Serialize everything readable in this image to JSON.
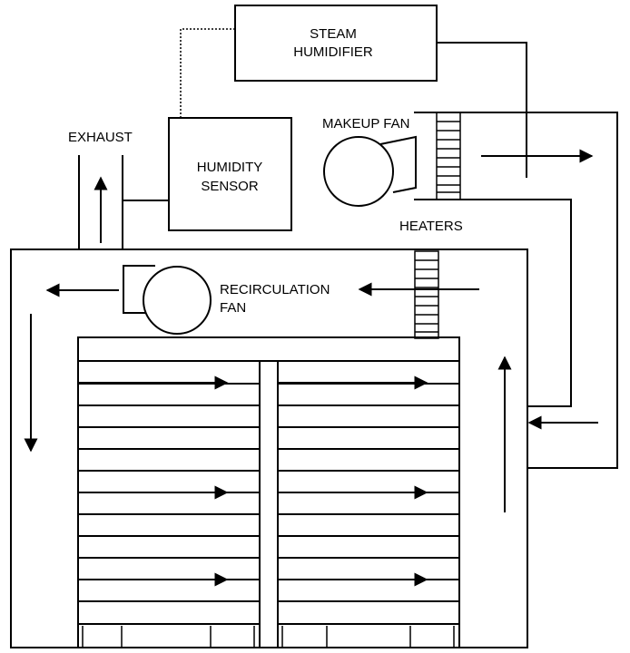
{
  "labels": {
    "steam_humidifier": [
      "STEAM",
      "HUMIDIFIER"
    ],
    "makeup_fan": "MAKEUP FAN",
    "exhaust": "EXHAUST",
    "humidity_sensor": [
      "HUMIDITY",
      "SENSOR"
    ],
    "heaters": "HEATERS",
    "recirculation_fan": [
      "RECIRCULATION",
      "FAN"
    ]
  }
}
